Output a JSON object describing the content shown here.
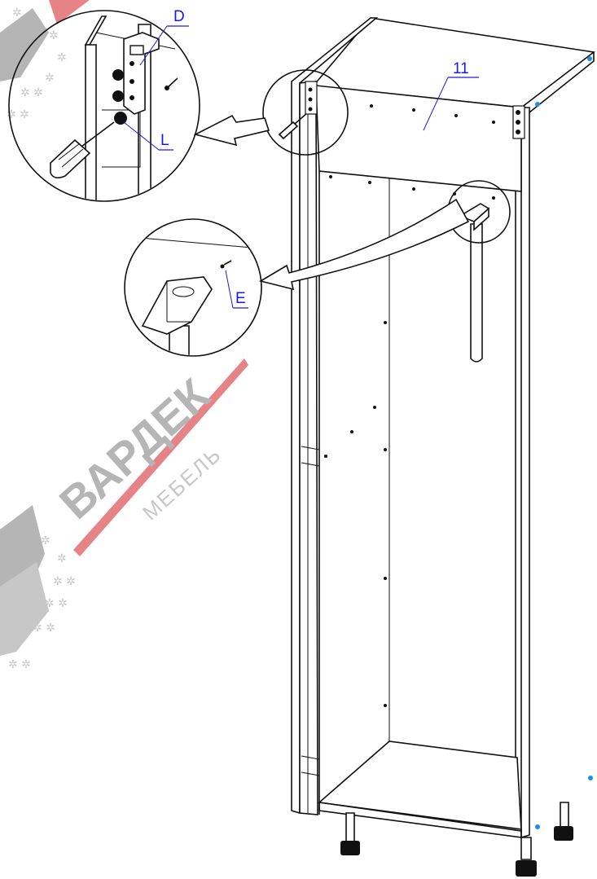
{
  "labels": {
    "panel_number": "11",
    "bracket_label": "D",
    "screw_label": "L",
    "nail_label": "E"
  },
  "watermark": {
    "brand": "ВАРДЕК",
    "sub": "МЕБЕЛЬ"
  },
  "colors": {
    "line": "#111111",
    "callout": "#1a1ae6",
    "watermark_red": "#d01f26",
    "watermark_gray": "#7a7a7a"
  }
}
